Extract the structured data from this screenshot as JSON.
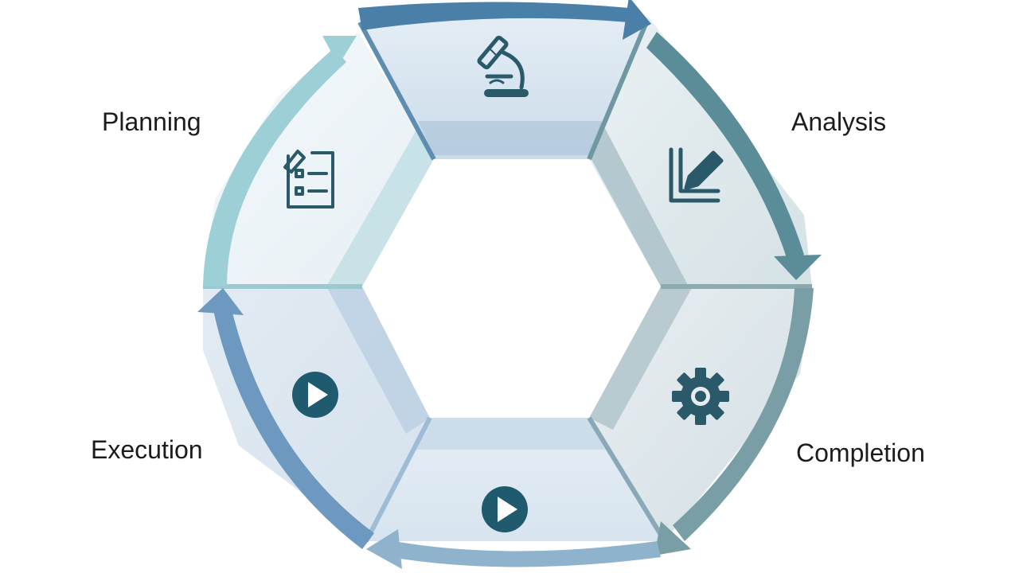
{
  "diagram": {
    "type": "cycle",
    "stages": [
      {
        "label": "",
        "icon": "microscope-icon"
      },
      {
        "label": "Analysis",
        "icon": "chart-pencil-icon"
      },
      {
        "label": "Completion",
        "icon": "gear-icon"
      },
      {
        "label": "",
        "icon": "play-icon"
      },
      {
        "label": "Execution",
        "icon": "play-icon"
      },
      {
        "label": "Planning",
        "icon": "checklist-icon"
      }
    ],
    "colors": {
      "arrow_top": "#4a7fa7",
      "arrow_right": "#5b8d98",
      "arrow_lower_right": "#7a9ea6",
      "arrow_bottom": "#8fb3cc",
      "arrow_left": "#6d98bf",
      "arrow_upper_left": "#9ccfd6",
      "icon_color": "#2a5a6a",
      "label_color": "#1c1c1c"
    }
  }
}
